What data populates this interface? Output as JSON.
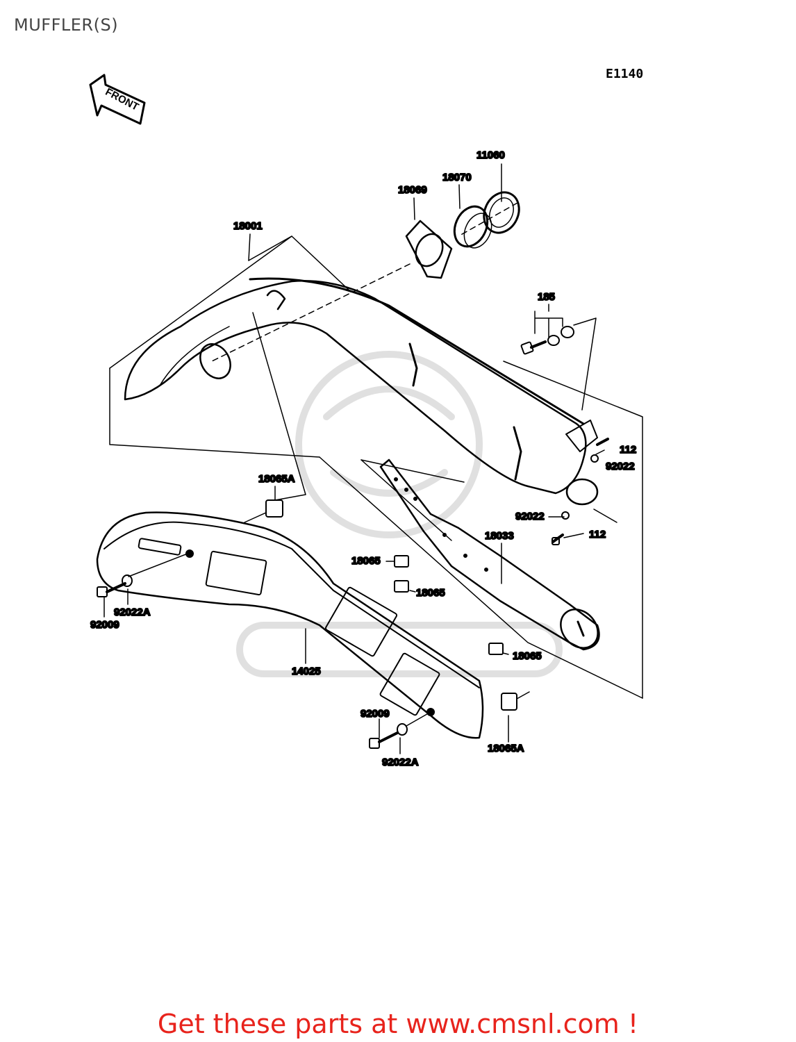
{
  "page": {
    "title": "MUFFLER(S)",
    "diagram_code": "E1140"
  },
  "front_arrow": {
    "text": "FRONT"
  },
  "parts": {
    "p11060": "11060",
    "p18070": "18070",
    "p18069": "18069",
    "p18001": "18001",
    "p185": "185",
    "p112_upper": "112",
    "p92022_upper": "92022",
    "p92022_mid": "92022",
    "p112_lower": "112",
    "p18065A_upper": "18065A",
    "p18033": "18033",
    "p18065_a": "18065",
    "p18065_b": "18065",
    "p92022A_left": "92022A",
    "p92009_left": "92009",
    "p14025": "14025",
    "p18065_c": "18065",
    "p92009_right": "92009",
    "p92022A_right": "92022A",
    "p18065A_lower": "18065A"
  },
  "footer": {
    "text": "Get these parts at www.cmsnl.com !"
  },
  "colors": {
    "footer_text": "#e8231c",
    "line": "#000000",
    "watermark": "#dddddd"
  }
}
